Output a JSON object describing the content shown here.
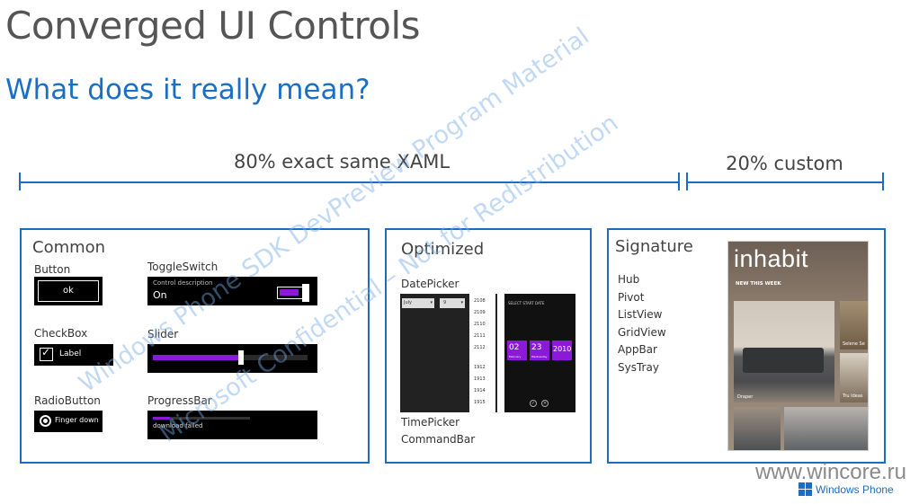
{
  "slide": {
    "title": "Converged UI Controls",
    "subtitle": "What does it really mean?"
  },
  "brackets": {
    "left_label": "80% exact same XAML",
    "right_label": "20% custom"
  },
  "common": {
    "title": "Common",
    "button_label": "Button",
    "button_text": "ok",
    "toggle_label": "ToggleSwitch",
    "toggle_desc": "Control description",
    "toggle_state": "On",
    "checkbox_label": "CheckBox",
    "checkbox_text": "Label",
    "slider_label": "Slider",
    "slider_value": 0.55,
    "radio_label": "RadioButton",
    "radio_text": "Finger down",
    "progress_label": "ProgressBar",
    "progress_text": "download failed",
    "progress_value": 0.18
  },
  "optimized": {
    "title": "Optimized",
    "datepicker_label": "DatePicker",
    "date_month": "July",
    "date_day": "9",
    "years_top": [
      "2108",
      "2109",
      "2110",
      "2111",
      "2112"
    ],
    "years_bottom": [
      "1912",
      "1913",
      "1914",
      "1915"
    ],
    "select_caption": "SELECT START DATE",
    "tiles": [
      {
        "num": "02",
        "sub": "February"
      },
      {
        "num": "23",
        "sub": "Wednesday"
      },
      {
        "num": "2010",
        "sub": ""
      }
    ],
    "timepicker_label": "TimePicker",
    "commandbar_label": "CommandBar"
  },
  "signature": {
    "title": "Signature",
    "items": [
      "Hub",
      "Pivot",
      "ListView",
      "GridView",
      "AppBar",
      "SysTray"
    ],
    "app_title": "inhabit",
    "app_section": "NEW THIS WEEK",
    "caption_a": "Draper",
    "caption_b": "Tru Ideas",
    "caption_c": "Selene Se"
  },
  "watermark": {
    "line1": "Windows Phone SDK DevPreview Program Material",
    "line2": "Microsoft Confidential – Not for Redistribution"
  },
  "brand": {
    "site": "www.wincore.ru",
    "product": "Windows Phone"
  },
  "colors": {
    "accent_blue": "#1f6bbf",
    "purple": "#8b1ad8",
    "title_gray": "#555555"
  }
}
